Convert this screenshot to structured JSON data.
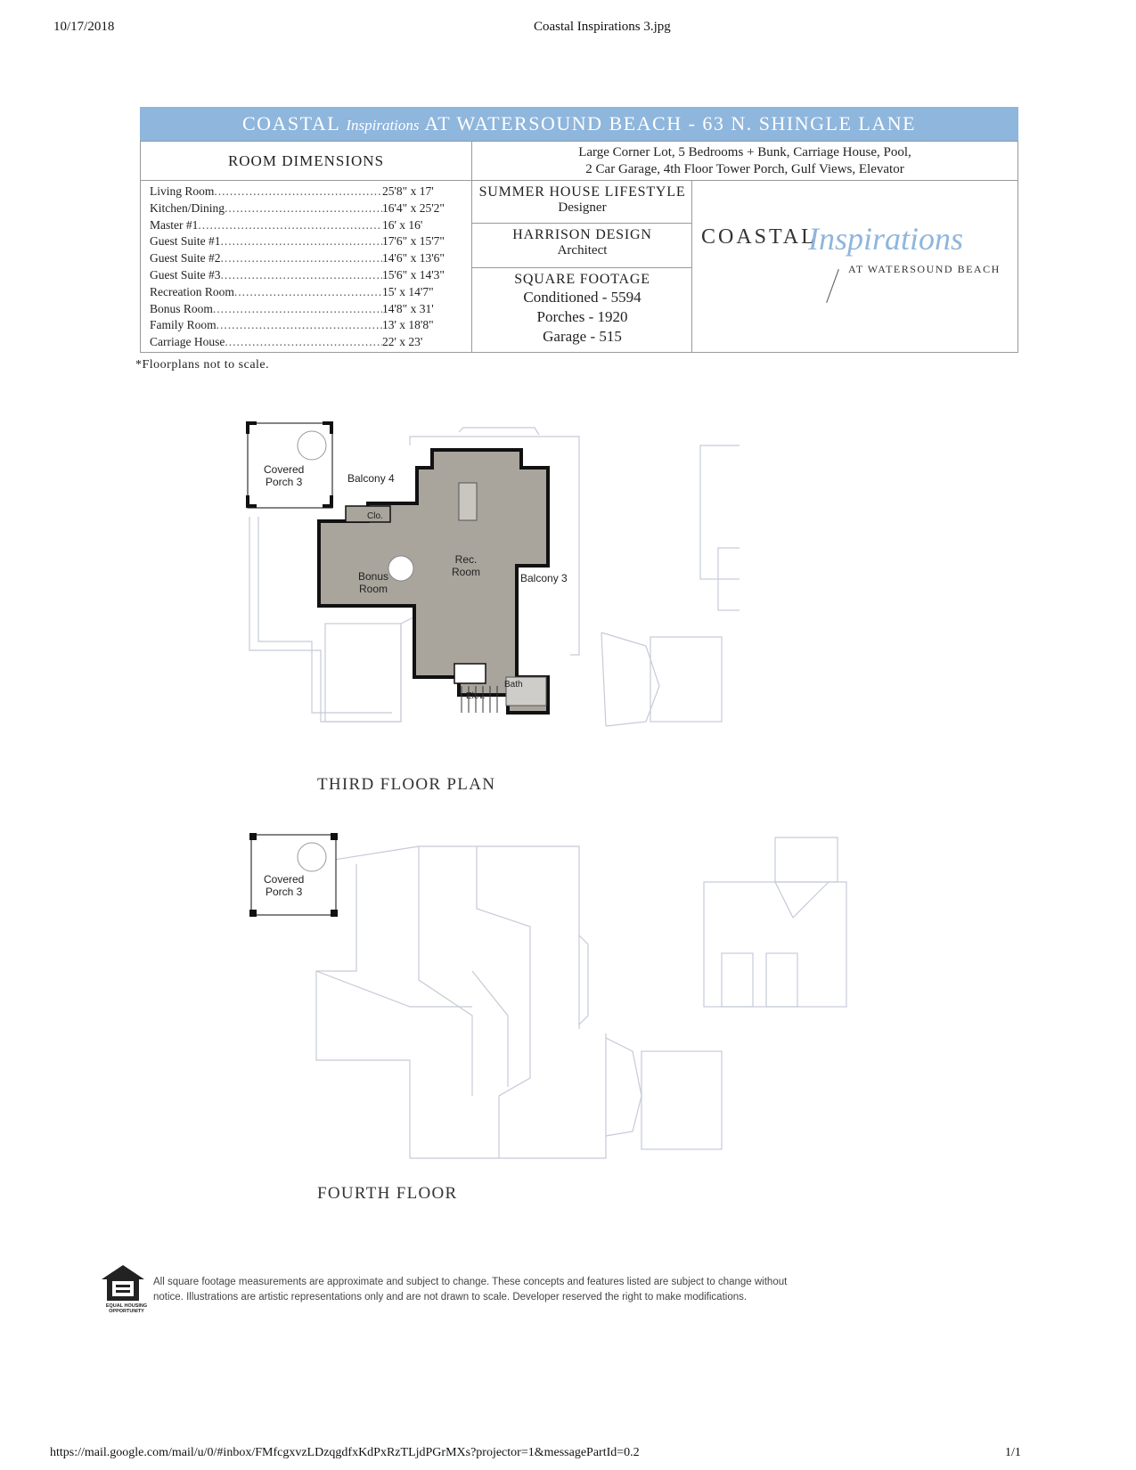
{
  "print_header": {
    "date": "10/17/2018",
    "title": "Coastal Inspirations 3.jpg"
  },
  "banner": {
    "left": "COASTAL",
    "script": "Inspirations",
    "right": "AT WATERSOUND BEACH - 63 N. SHINGLE LANE"
  },
  "room_dimensions": {
    "title": "ROOM DIMENSIONS",
    "rooms": [
      {
        "name": "Living Room",
        "dim": "25'8\" x 17'"
      },
      {
        "name": "Kitchen/Dining",
        "dim": "16'4\" x 25'2\""
      },
      {
        "name": "Master #1",
        "dim": "16' x 16'"
      },
      {
        "name": "Guest Suite #1",
        "dim": "17'6\" x 15'7\""
      },
      {
        "name": "Guest Suite #2",
        "dim": "14'6\" x 13'6\""
      },
      {
        "name": "Guest Suite #3",
        "dim": "15'6\" x 14'3\""
      },
      {
        "name": "Recreation Room",
        "dim": "15' x 14'7\""
      },
      {
        "name": "Bonus Room",
        "dim": "14'8\" x 31'"
      },
      {
        "name": "Family Room",
        "dim": "13' x 18'8\""
      },
      {
        "name": "Carriage House",
        "dim": "22' x 23'"
      }
    ]
  },
  "features": {
    "line1": "Large Corner Lot, 5 Bedrooms + Bunk, Carriage House, Pool,",
    "line2": "2 Car Garage, 4th Floor Tower Porch, Gulf Views, Elevator"
  },
  "credits": {
    "designer_name": "SUMMER HOUSE LIFESTYLE",
    "designer_role": "Designer",
    "architect_name": "HARRISON DESIGN",
    "architect_role": "Architect",
    "sqft_title": "SQUARE FOOTAGE",
    "conditioned": "Conditioned - 5594",
    "porches": "Porches - 1920",
    "garage": "Garage - 515"
  },
  "logo": {
    "main": "COASTAL",
    "script": "Inspirations",
    "sub": "AT WATERSOUND BEACH"
  },
  "note": "*Floorplans not to scale.",
  "third_floor": {
    "title": "THIRD FLOOR PLAN",
    "labels": {
      "covered_porch_1": "Covered",
      "covered_porch_2": "Porch 3",
      "balcony4": "Balcony 4",
      "clo": "Clo.",
      "rec_1": "Rec.",
      "rec_2": "Room",
      "bonus_1": "Bonus",
      "bonus_2": "Room",
      "balcony3": "Balcony 3",
      "bath": "Bath",
      "elev": "Elev."
    }
  },
  "fourth_floor": {
    "title": "FOURTH FLOOR",
    "labels": {
      "covered_porch_1": "Covered",
      "covered_porch_2": "Porch 3"
    }
  },
  "equal_housing": {
    "caption": "EQUAL HOUSING OPPORTUNITY"
  },
  "disclaimer": {
    "line1": "All square footage measurements are approximate and subject to change. These concepts and features listed are subject to change without",
    "line2": "notice. Illustrations are artistic representations only and are not drawn to scale. Developer reserved the right to make modifications."
  },
  "print_footer": {
    "url": "https://mail.google.com/mail/u/0/#inbox/FMfcgxvzLDzqgdfxKdPxRzTLjdPGrMXs?projector=1&messagePartId=0.2",
    "page": "1/1"
  },
  "colors": {
    "banner": "#8fb6dc",
    "plan_fill": "#a9a49c",
    "plan_line": "#c6cad8"
  }
}
